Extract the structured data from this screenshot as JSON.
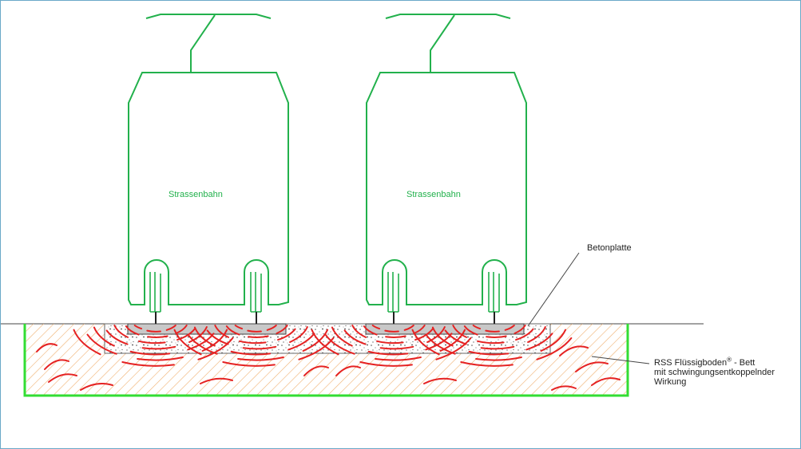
{
  "diagram": {
    "trams": [
      {
        "label": "Strassenbahn"
      },
      {
        "label": "Strassenbahn"
      }
    ],
    "labels": {
      "concrete_slab": "Betonplatte",
      "bed_line1": "RSS Flüssigboden",
      "bed_registered": "®",
      "bed_line1_suffix": " - Bett",
      "bed_line2": "mit schwingungsentkoppelnder",
      "bed_line3": "Wirkung"
    },
    "colors": {
      "tram": "#22b14c",
      "waves": "#e52222",
      "hatch": "#f0b070",
      "bed_border": "#33dd33",
      "ground": "#444444",
      "slab": "#c8c8c8",
      "frame": "#6aa9c8"
    }
  }
}
